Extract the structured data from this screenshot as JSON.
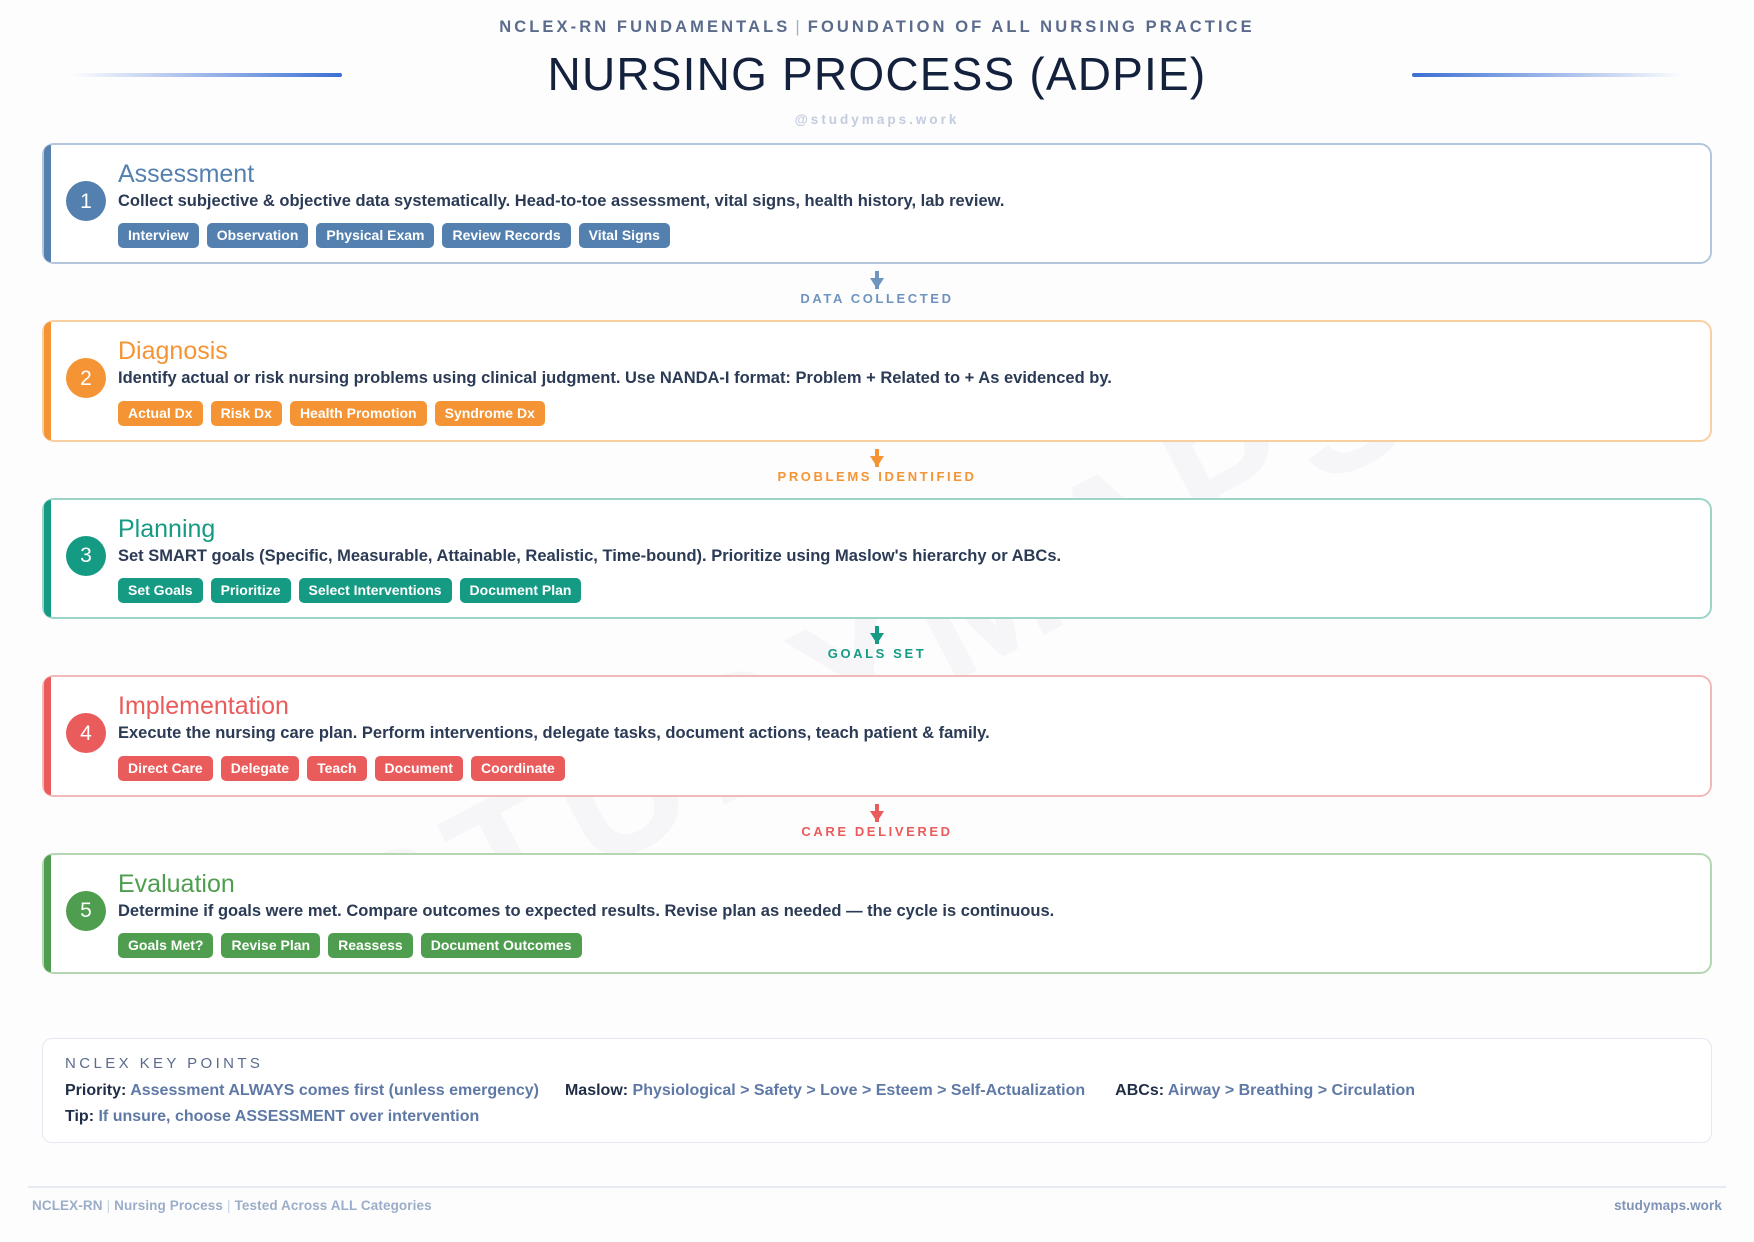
{
  "header": {
    "kicker_left": "NCLEX-RN FUNDAMENTALS",
    "kicker_sep": "|",
    "kicker_right": "FOUNDATION OF ALL NURSING PRACTICE",
    "title": "NURSING PROCESS (ADPIE)",
    "handle": "@studymaps.work"
  },
  "watermark": "STUDYMAPS",
  "colors": {
    "assessment": "#5480b0",
    "assessment_border": "#b4c6dc",
    "diagnosis": "#f59434",
    "diagnosis_border": "#f8cfa0",
    "planning": "#159b84",
    "planning_border": "#9dd4c8",
    "implementation": "#ea5b5b",
    "implementation_border": "#f3b9b9",
    "evaluation": "#4f9e4f",
    "evaluation_border": "#b3d7b0",
    "title_dark": "#14213d",
    "accent_blue": "#3b6fd4"
  },
  "steps": [
    {
      "number": "1",
      "title": "Assessment",
      "desc": "Collect subjective & objective data systematically. Head-to-toe assessment, vital signs, health history, lab review.",
      "tags": [
        "Interview",
        "Observation",
        "Physical Exam",
        "Review Records",
        "Vital Signs"
      ],
      "color": "#5480b0",
      "border": "#b4c6dc"
    },
    {
      "number": "2",
      "title": "Diagnosis",
      "desc": "Identify actual or risk nursing problems using clinical judgment. Use NANDA-I format: Problem + Related to + As evidenced by.",
      "tags": [
        "Actual Dx",
        "Risk Dx",
        "Health Promotion",
        "Syndrome Dx"
      ],
      "color": "#f59434",
      "border": "#f8cfa0"
    },
    {
      "number": "3",
      "title": "Planning",
      "desc": "Set SMART goals (Specific, Measurable, Attainable, Realistic, Time-bound). Prioritize using Maslow's hierarchy or ABCs.",
      "tags": [
        "Set Goals",
        "Prioritize",
        "Select Interventions",
        "Document Plan"
      ],
      "color": "#159b84",
      "border": "#9dd4c8"
    },
    {
      "number": "4",
      "title": "Implementation",
      "desc": "Execute the nursing care plan. Perform interventions, delegate tasks, document actions, teach patient & family.",
      "tags": [
        "Direct Care",
        "Delegate",
        "Teach",
        "Document",
        "Coordinate"
      ],
      "color": "#ea5b5b",
      "border": "#f3b9b9"
    },
    {
      "number": "5",
      "title": "Evaluation",
      "desc": "Determine if goals were met. Compare outcomes to expected results. Revise plan as needed — the cycle is continuous.",
      "tags": [
        "Goals Met?",
        "Revise Plan",
        "Reassess",
        "Document Outcomes"
      ],
      "color": "#4f9e4f",
      "border": "#b3d7b0"
    }
  ],
  "connectors": [
    {
      "label": "DATA COLLECTED",
      "color": "#6f94bd"
    },
    {
      "label": "PROBLEMS IDENTIFIED",
      "color": "#f59434"
    },
    {
      "label": "GOALS SET",
      "color": "#159b84"
    },
    {
      "label": "CARE DELIVERED",
      "color": "#ea5b5b"
    }
  ],
  "keypoints": {
    "heading": "NCLEX KEY POINTS",
    "row1": [
      {
        "label": "Priority:",
        "value": "Assessment ALWAYS comes first (unless emergency)"
      },
      {
        "label": "Maslow:",
        "value": "Physiological > Safety > Love > Esteem > Self-Actualization"
      },
      {
        "label": "ABCs:",
        "value": "Airway > Breathing > Circulation"
      }
    ],
    "row2": [
      {
        "label": "Tip:",
        "value": "If unsure, choose ASSESSMENT over intervention"
      }
    ]
  },
  "footer": {
    "left_1": "NCLEX-RN",
    "left_2": "Nursing Process",
    "left_3": "Tested Across ALL Categories",
    "sep": "|",
    "right": "studymaps.work"
  }
}
